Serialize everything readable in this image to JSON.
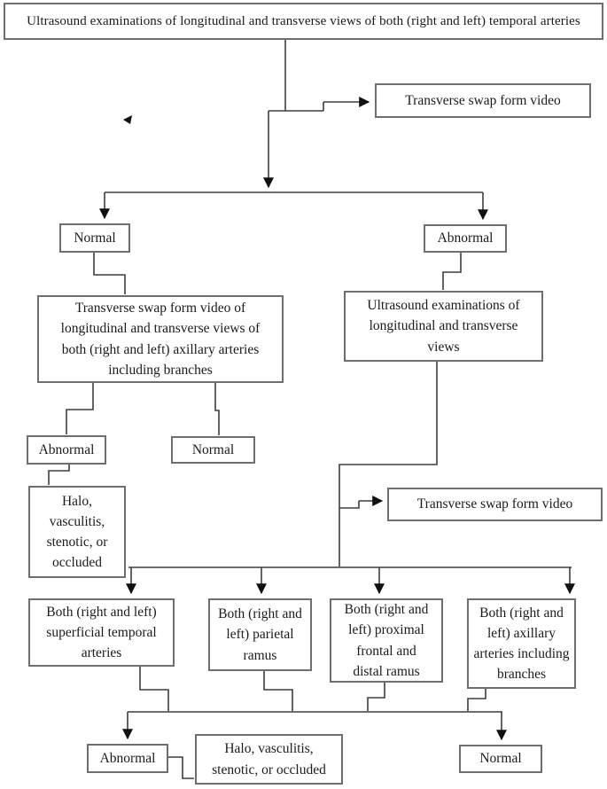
{
  "flowchart": {
    "title_node": "Ultrasound examinations of longitudinal and transverse views of both (right and left) temporal arteries",
    "nodes": {
      "transverse_video_1": "Transverse swap form video",
      "normal_1": "Normal",
      "abnormal_1": "Abnormal",
      "axillary_video": "Transverse swap form video of longitudinal and transverse views of both (right and left) axillary arteries including branches",
      "ultrasound_exam_2": "Ultrasound examinations of longitudinal and transverse views",
      "abnormal_2": "Abnormal",
      "normal_2": "Normal",
      "halo_1": "Halo, vasculitis, stenotic, or occluded",
      "transverse_video_2": "Transverse swap form video",
      "superficial_temporal": "Both (right and left) superficial temporal arteries",
      "parietal_ramus": "Both (right and left) parietal ramus",
      "proximal_frontal": "Both (right and left) proximal frontal and distal ramus",
      "axillary_branches": "Both (right and left) axillary arteries including branches",
      "abnormal_3": "Abnormal",
      "halo_2": "Halo, vasculitis, stenotic, or occluded",
      "normal_3": "Normal"
    },
    "colors": {
      "line": "#3d3d3d",
      "arrow": "#111111",
      "box_border": "#6e6e6e",
      "text": "#1b1b1b",
      "background": "#ffffff"
    }
  }
}
